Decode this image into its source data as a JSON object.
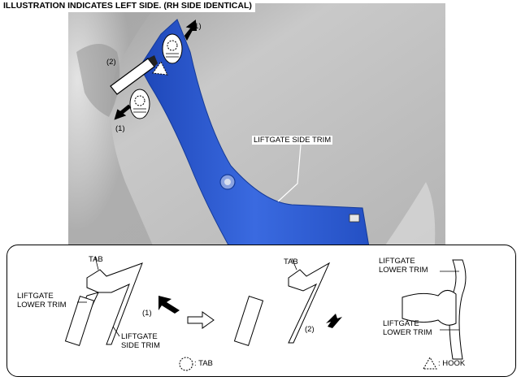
{
  "header": {
    "title": "ILLUSTRATION INDICATES LEFT SIDE. (RH SIDE IDENTICAL)"
  },
  "photo": {
    "callout_1_top": "(1)",
    "callout_2": "(2)",
    "callout_1_bottom": "(1)",
    "trim_label": "LIFTGATE SIDE TRIM"
  },
  "detail": {
    "left": {
      "tab": "TAB",
      "lower_trim_line1": "LIFTGATE",
      "lower_trim_line2": "LOWER TRIM",
      "side_trim_line1": "LIFTGATE",
      "side_trim_line2": "SIDE TRIM",
      "step": "(1)"
    },
    "middle": {
      "tab": "TAB",
      "step": "(2)"
    },
    "right": {
      "top_label_line1": "LIFTGATE",
      "top_label_line2": "LOWER TRIM",
      "bottom_label_line1": "LIFTGATE",
      "bottom_label_line2": "LOWER TRIM"
    },
    "legend": {
      "tab": ": TAB",
      "hook": ": HOOK"
    }
  },
  "colors": {
    "trim_blue": "#2f5fd0",
    "photo_gray": "#bdbdbd",
    "arrow": "#000000"
  }
}
